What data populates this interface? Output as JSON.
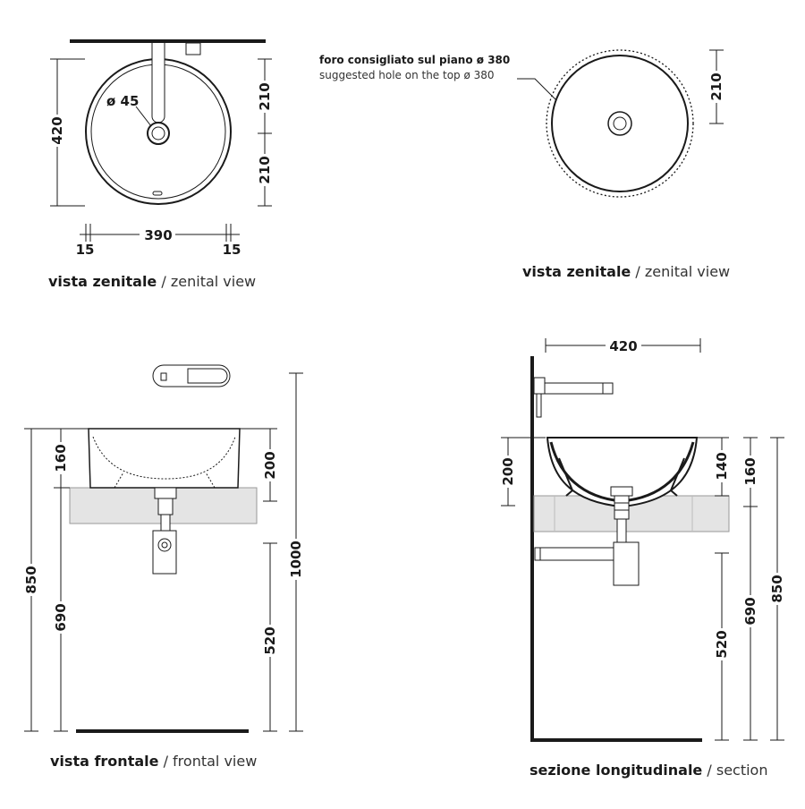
{
  "views": {
    "top_left": {
      "caption_it": "vista zenitale",
      "caption_en": "zenital view",
      "dims": {
        "height": "420",
        "half_top": "210",
        "half_bottom": "210",
        "width": "390",
        "margin_left": "15",
        "margin_right": "15",
        "drain": "ø 45"
      }
    },
    "top_right": {
      "caption_it": "vista zenitale",
      "caption_en": "zenital view",
      "note_it": "foro consigliato sul piano ø 380",
      "note_en": "suggested hole on the top ø 380",
      "dims": {
        "half": "210"
      }
    },
    "front": {
      "caption_it": "vista frontale",
      "caption_en": "frontal view",
      "dims": {
        "basin_height": "160",
        "tap_offset": "200",
        "total_height": "850",
        "counter_height": "690",
        "tap_height": "1000",
        "drain_height": "520"
      }
    },
    "section": {
      "caption_it": "sezione longitudinale",
      "caption_en": "section",
      "dims": {
        "depth": "420",
        "tap_offset": "200",
        "inner": "140",
        "basin_height": "160",
        "drain_height": "520",
        "counter_height": "690",
        "total_height": "850"
      }
    }
  },
  "separator": "/",
  "colors": {
    "ink": "#1a1a1a",
    "counter": "#e4e4e4",
    "chrome": "#b0b0b0"
  }
}
